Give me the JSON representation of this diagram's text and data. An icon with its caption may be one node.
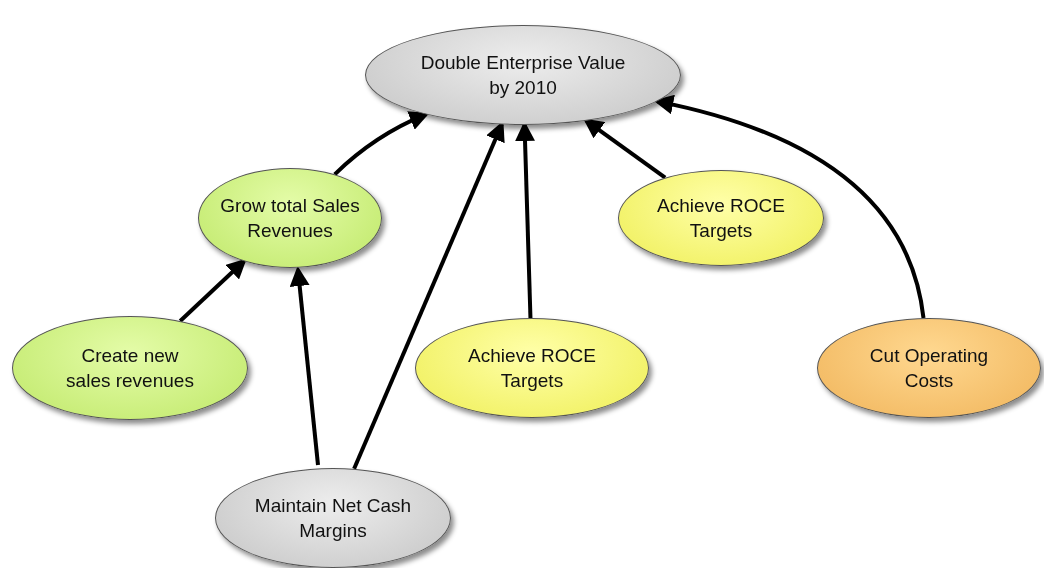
{
  "diagram": {
    "nodes": [
      {
        "text": [
          "Double Enterprise Value by 2010"
        ]
      },
      {
        "text": [
          "Grow total Sales Revenues"
        ]
      },
      {
        "text": [
          "Achieve ROCE Targets"
        ]
      },
      {
        "text": [
          "Create new sales revenues"
        ]
      },
      {
        "text": [
          "Achieve ROCE Targets"
        ]
      },
      {
        "text": [
          "Cut Operating Costs"
        ]
      },
      {
        "text": [
          "Maintain Net Cash Margins"
        ]
      }
    ],
    "edges": [
      {
        "from": 1,
        "to": 0,
        "arrow": "to"
      },
      {
        "from": 3,
        "to": 1,
        "arrow": "to"
      },
      {
        "from": 6,
        "to": 1,
        "arrow": "to"
      },
      {
        "from": 6,
        "to": 0,
        "arrow": "to"
      },
      {
        "from": 4,
        "to": 0,
        "arrow": "to"
      },
      {
        "from": 2,
        "to": 0,
        "arrow": "to"
      },
      {
        "from": 5,
        "to": 0,
        "arrow": "to"
      }
    ]
  }
}
